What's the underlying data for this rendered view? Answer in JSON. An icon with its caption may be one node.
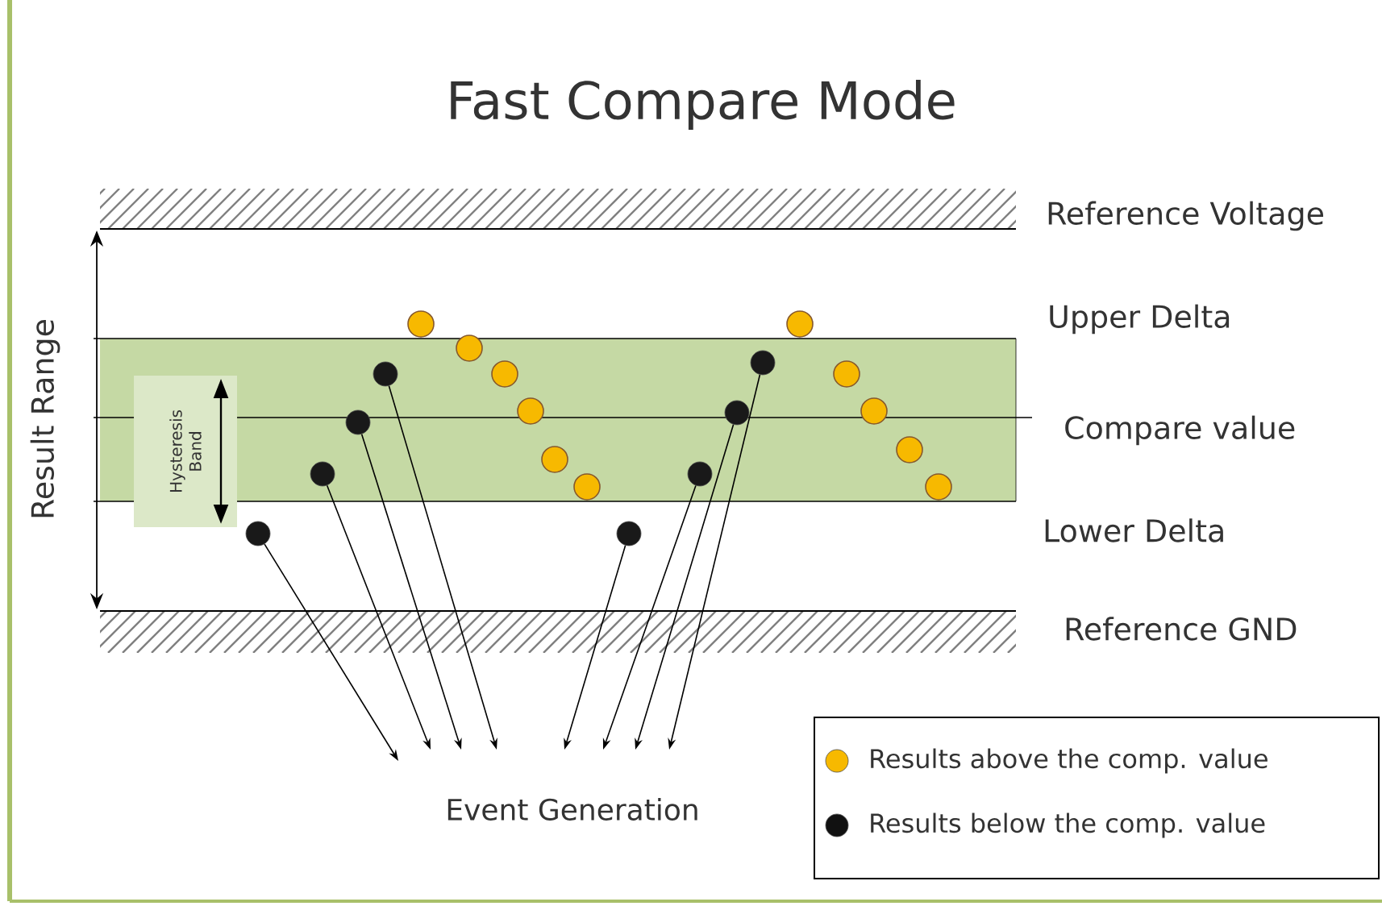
{
  "diagram": {
    "title": "Fast Compare Mode",
    "nodes": [
      {
        "text": [],
        "shape": "circle"
      },
      {
        "text": [],
        "shape": "circle"
      },
      {
        "text": [],
        "shape": "circle"
      },
      {
        "text": [],
        "shape": "circle"
      },
      {
        "text": [],
        "shape": "circle"
      },
      {
        "text": [],
        "shape": "circle"
      },
      {
        "text": [],
        "shape": "circle"
      },
      {
        "text": [],
        "shape": "circle"
      }
    ],
    "edges": [
      {
        "from": 0,
        "to": null,
        "arrow": "to"
      },
      {
        "from": 1,
        "to": null,
        "arrow": "to"
      },
      {
        "from": 2,
        "to": null,
        "arrow": "to"
      },
      {
        "from": 3,
        "to": null,
        "arrow": "to"
      },
      {
        "from": 4,
        "to": null,
        "arrow": "to"
      },
      {
        "from": 5,
        "to": null,
        "arrow": "to"
      },
      {
        "from": 6,
        "to": null,
        "arrow": "to"
      },
      {
        "from": 7,
        "to": null,
        "arrow": "to"
      }
    ],
    "labels": [
      "Result Range",
      "Hysteresis Band",
      "Reference Voltage",
      "Upper Delta",
      "Compare value",
      "Lower Delta",
      "Reference GND",
      "Event Generation"
    ],
    "legend": [
      {
        "text": "Results above the comp. value",
        "color": "#f7b900"
      },
      {
        "text": "Results below the comp. value",
        "color": "#111111"
      }
    ]
  }
}
